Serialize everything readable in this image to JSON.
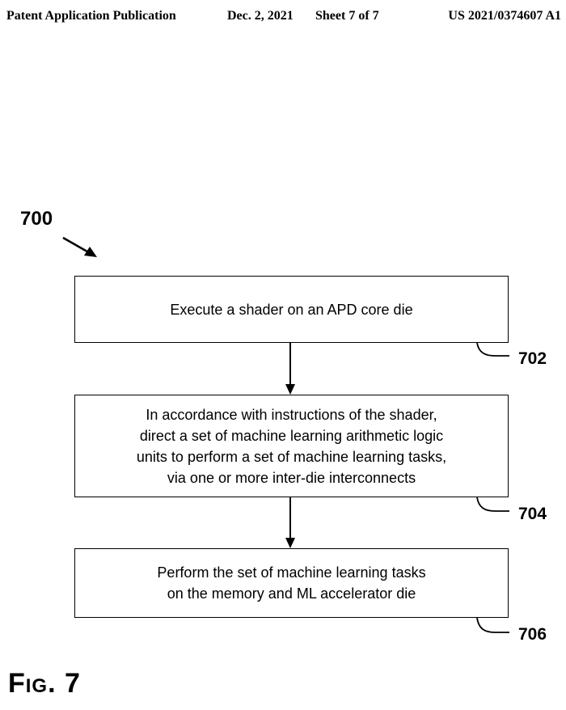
{
  "header": {
    "publication": "Patent Application Publication",
    "date": "Dec. 2, 2021",
    "sheet": "Sheet 7 of 7",
    "number": "US 2021/0374607 A1"
  },
  "diagram": {
    "figure_ref": "700",
    "steps": [
      {
        "ref": "702",
        "lines": [
          "Execute a shader on an APD core die"
        ]
      },
      {
        "ref": "704",
        "lines": [
          "In accordance with instructions of the shader,",
          "direct a set of machine learning arithmetic logic",
          "units to perform a set of machine learning tasks,",
          "via one or more inter-die interconnects"
        ]
      },
      {
        "ref": "706",
        "lines": [
          "Perform the set of machine learning tasks",
          "on the memory and ML accelerator die"
        ]
      }
    ]
  },
  "caption": "Fig. 7"
}
